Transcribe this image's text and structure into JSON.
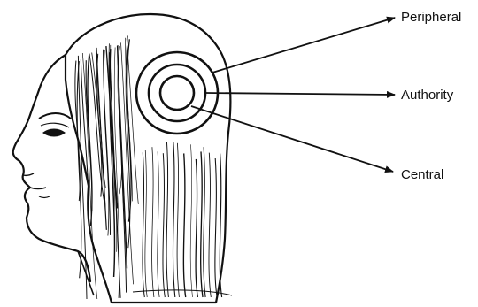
{
  "labels": {
    "peripheral": "Peripheral",
    "authority": "Authority",
    "central": "Central"
  },
  "colors": {
    "ink": "#111111",
    "paper": "#ffffff"
  }
}
